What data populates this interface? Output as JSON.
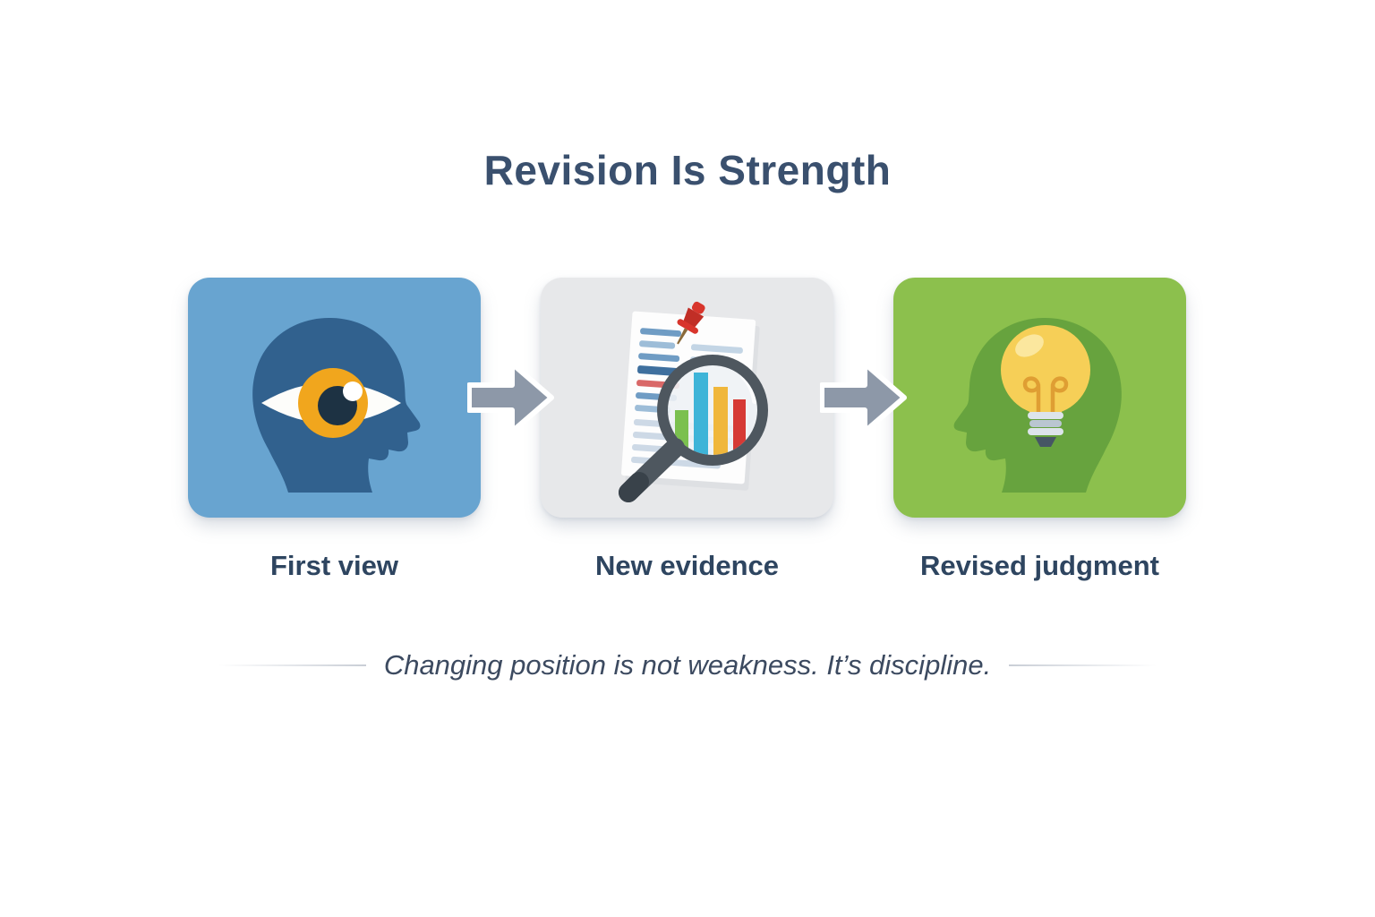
{
  "title": "Revision Is Strength",
  "steps": [
    {
      "label": "First view",
      "icon": "head-with-eye-icon",
      "panel_color": "#68a4d0"
    },
    {
      "label": "New evidence",
      "icon": "document-magnifier-icon",
      "panel_color": "#e7e8ea"
    },
    {
      "label": "Revised judgment",
      "icon": "head-with-lightbulb-icon",
      "panel_color": "#8cc04d"
    }
  ],
  "arrows": {
    "count": 2,
    "direction": "right",
    "color": "#8d98a8"
  },
  "quote": "Changing position is not weakness. It’s discipline.",
  "colors": {
    "background": "#ffffff",
    "title_text": "#3a506e",
    "label_text": "#2e4560",
    "quote_text": "#3c4a60",
    "panel_blue": "#68a4d0",
    "panel_gray": "#e7e8ea",
    "panel_green": "#8cc04d",
    "head_blue": "#31618e",
    "head_green": "#67a33e",
    "eye_iris_yellow": "#f1a61d",
    "eye_pupil_navy": "#1d3243",
    "bulb_yellow": "#f6cf57",
    "pin_red": "#d8352c",
    "bar_green": "#7bc04f",
    "bar_teal": "#3eb4d8",
    "bar_yellow": "#f0b73c",
    "bar_red": "#d63a35",
    "magnifier_slate": "#4e575f",
    "arrow_gray": "#8d98a8",
    "divider_line": "#c9ced6"
  }
}
